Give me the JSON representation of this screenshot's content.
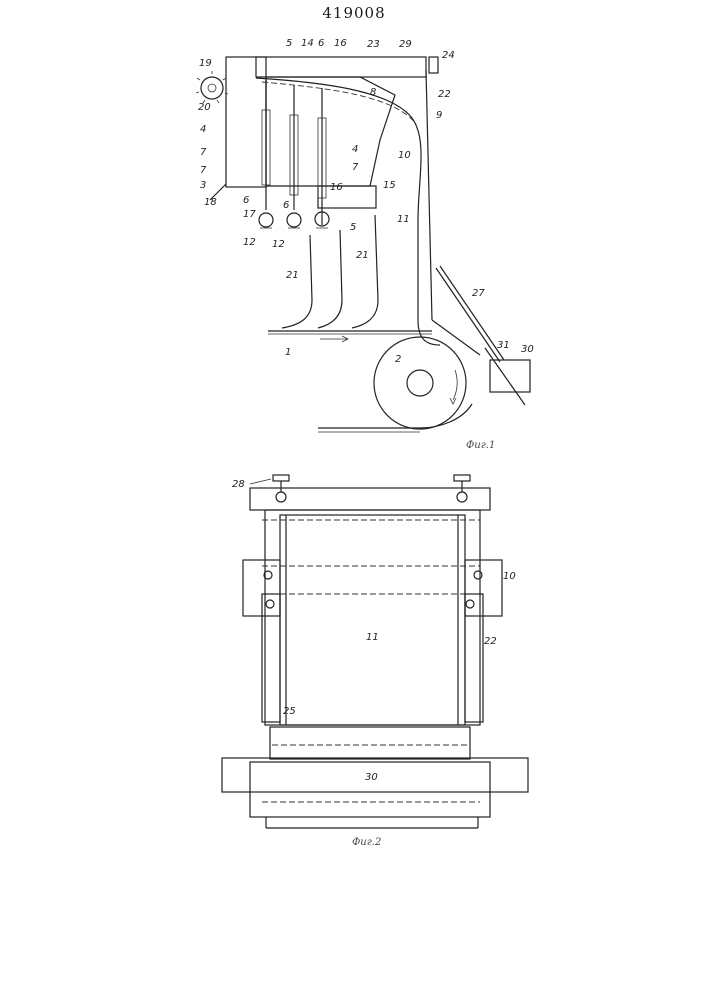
{
  "page_number": "419008",
  "figure1": {
    "caption": "Фиг.1",
    "labels": {
      "l19": "19",
      "l20": "20",
      "l4": "4",
      "l7a": "7",
      "l7b": "7",
      "l3": "3",
      "l18": "18",
      "l6a": "6",
      "l17": "17",
      "l12a": "12",
      "l12b": "12",
      "l5t": "5",
      "l14": "14",
      "l6b": "6",
      "l16t": "16",
      "l23": "23",
      "l29": "29",
      "l24": "24",
      "l22": "22",
      "l8": "8",
      "l9": "9",
      "l10": "10",
      "l4b": "4",
      "l7c": "7",
      "l15": "15",
      "l16": "16",
      "l6c": "6",
      "l5": "5",
      "l21a": "21",
      "l21b": "21",
      "l11": "11",
      "l27": "27",
      "l1": "1",
      "l2": "2",
      "l31": "31",
      "l30": "30"
    }
  },
  "figure2": {
    "caption": "Фиг.2",
    "labels": {
      "l28": "28",
      "l10": "10",
      "l11": "11",
      "l22": "22",
      "l25": "25",
      "l30": "30"
    }
  }
}
